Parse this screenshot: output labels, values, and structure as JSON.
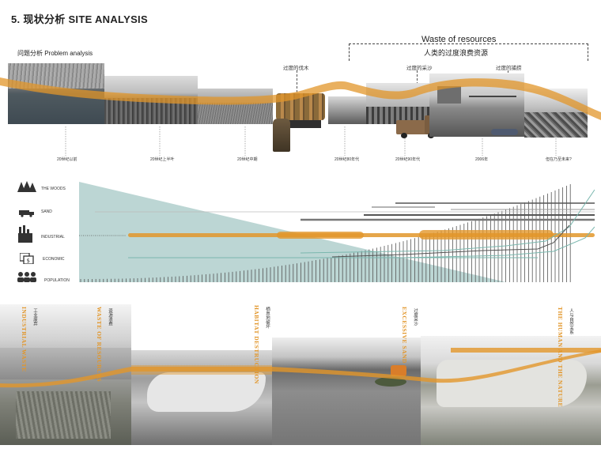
{
  "header": {
    "title": "5. 现状分析  SITE ANALYSIS"
  },
  "problem": {
    "label": "问题分析 Problem analysis"
  },
  "waste": {
    "title": "Waste of resources",
    "subtitle": "人类的过度浪费资源"
  },
  "annotations": {
    "logging": "过度的伐木",
    "sand": "过度的采沙",
    "fishing": "过度的捕捞"
  },
  "eras": [
    "20世纪以前",
    "20世纪上半叶",
    "20世纪中期",
    "20世纪80年代",
    "20世纪90年代",
    "2006年",
    "但在乃至未来?"
  ],
  "indicators": [
    {
      "label": "THE WOODS",
      "icon": "trees-icon"
    },
    {
      "label": "SAND",
      "icon": "truck-icon"
    },
    {
      "label": "INDUSTRIAL",
      "icon": "factory-icon"
    },
    {
      "label": "ECONOMIC",
      "icon": "money-icon"
    },
    {
      "label": "POPULATION",
      "icon": "people-icon"
    }
  ],
  "problems": [
    {
      "en": "INDUSTRIAL WASTE",
      "cn": "工业废弃"
    },
    {
      "en": "WASTE OF RESOURCES",
      "cn": "资源浪费"
    },
    {
      "en": "HABITAT DESTRUCTION",
      "cn": "栖息地破坏"
    },
    {
      "en": "EXCESSIVE SAND",
      "cn": "过度采沙"
    },
    {
      "en": "THE HUMAN AND THE NATURE",
      "cn": "人与自然关系"
    }
  ],
  "colors": {
    "accent": "#e2962a",
    "teal": "#bcd6d4",
    "tealLine": "#7ab7ae",
    "dark": "#444444"
  }
}
